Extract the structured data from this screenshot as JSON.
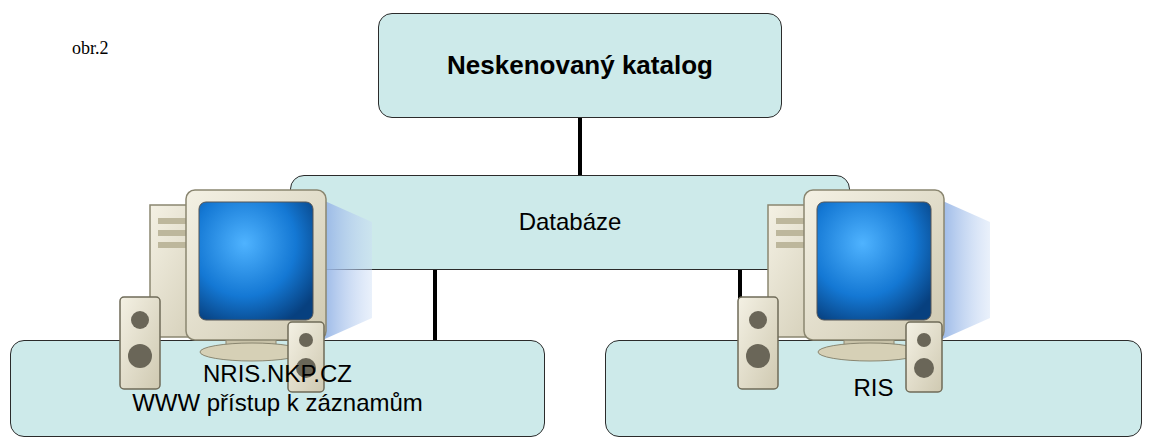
{
  "diagram": {
    "nodes": [
      {
        "text": [
          "Neskenovaný katalog"
        ]
      },
      {
        "text": [
          "Databáze"
        ]
      },
      {
        "text": [
          "NRIS.NKP.CZ",
          "WWW přístup k záznamům"
        ]
      },
      {
        "text": [
          "RIS"
        ]
      }
    ],
    "edges": [
      {
        "from": 0,
        "to": 1,
        "arrow": "none"
      },
      {
        "from": 1,
        "to": 2,
        "arrow": "none"
      },
      {
        "from": 1,
        "to": 3,
        "arrow": "none"
      }
    ],
    "labels": [
      "obr.2"
    ]
  }
}
